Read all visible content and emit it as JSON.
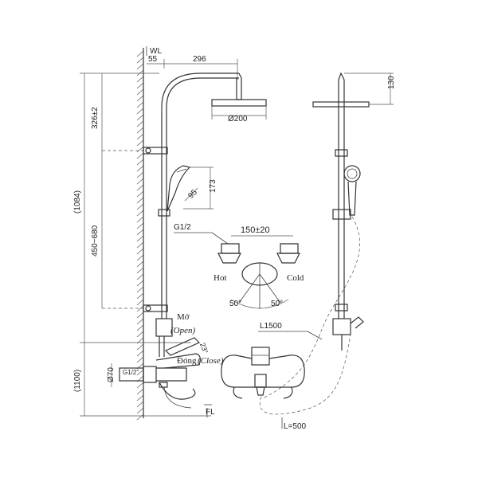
{
  "labels": {
    "wall_line": "WL",
    "floor_line": "FL",
    "dim_55": "55",
    "dim_296": "296",
    "dim_326": "326±2",
    "dim_1084": "(1084)",
    "dim_450_680": "450~680",
    "dim_1100": "(1100)",
    "dim_d200": "Ø200",
    "dim_95": "95",
    "dim_173": "173",
    "dim_130": "130",
    "dim_d70": "Ø70",
    "dim_g12_side": "G1/2\"",
    "dim_g12_detail": "G1/2",
    "dim_150": "150±20",
    "hot": "Hot",
    "cold": "Cold",
    "angle_left": "50°",
    "angle_right": "50°",
    "open_vn": "Mở",
    "open_en": "(Open)",
    "close_vn": "Đóng",
    "close_en": "(Close)",
    "angle_23": "23°",
    "hose_1500": "L1500",
    "hose_500": "L=500"
  }
}
